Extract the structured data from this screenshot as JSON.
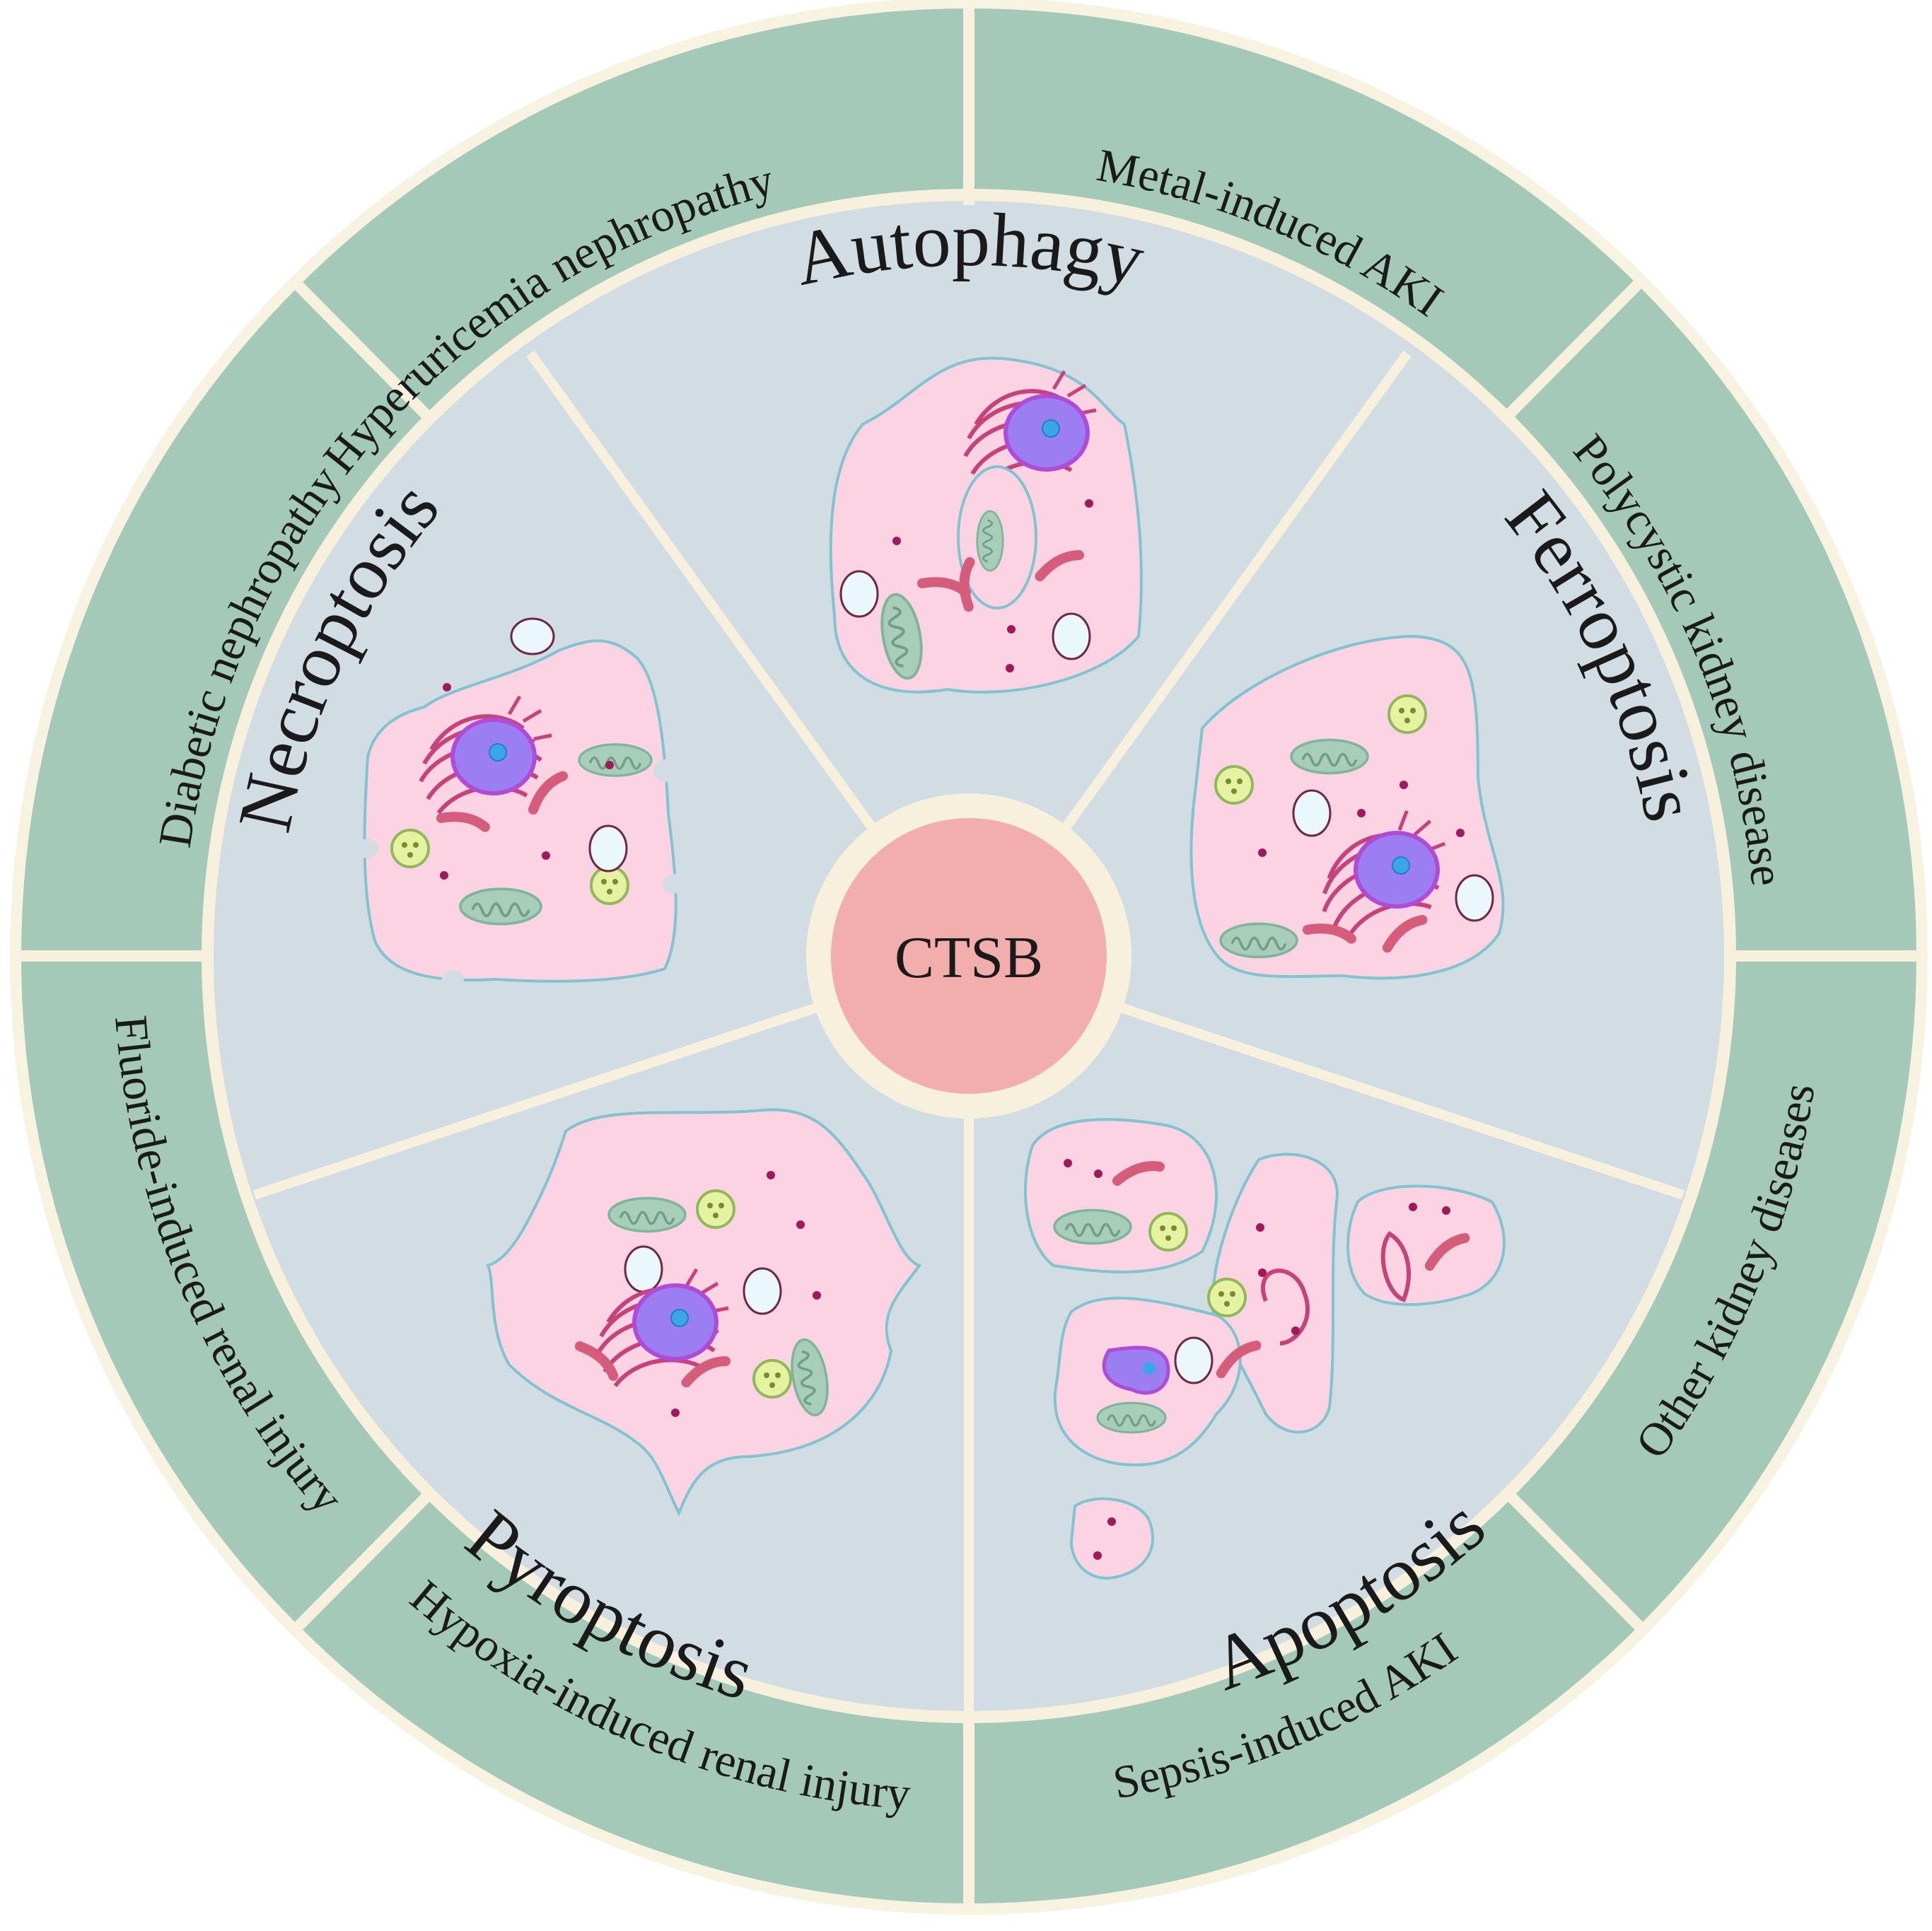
{
  "center": {
    "label": "CTSB"
  },
  "pathways": [
    {
      "id": "autophagy",
      "label": "Autophagy"
    },
    {
      "id": "ferroptosis",
      "label": "Ferroptosis"
    },
    {
      "id": "apoptosis",
      "label": "Apoptosis"
    },
    {
      "id": "pyroptosis",
      "label": "Pyroptosis"
    },
    {
      "id": "necroptosis",
      "label": "Necroptosis"
    }
  ],
  "diseases": [
    {
      "id": "metal-aki",
      "label": "Metal-induced AKI"
    },
    {
      "id": "polycystic",
      "label": "Polycystic kidney disease"
    },
    {
      "id": "other",
      "label": "Other kidney diseases"
    },
    {
      "id": "sepsis-aki",
      "label": "Sepsis-induced AKI"
    },
    {
      "id": "hypoxia-injury",
      "label": "Hypoxia-induced renal injury"
    },
    {
      "id": "fluoride-injury",
      "label": "Fluoride-induced renal injury"
    },
    {
      "id": "diabetic",
      "label": "Diabetic nephropathy"
    },
    {
      "id": "hyperuricemia",
      "label": "Hyperuricemia nephropathy"
    }
  ],
  "colors": {
    "ring_background": "#f8f2e1",
    "outer_ring": "#a4c9b8",
    "inner_disc": "#d2dce3",
    "separator": "#f6f0dc",
    "center_fill": "#f2adad",
    "cell_fill": "#fcd3e3",
    "cell_outline": "#7fc4cf",
    "nucleus": "#9b7ef2",
    "nucleus_edge": "#b04bd6",
    "nucleolus": "#3aa6e8",
    "organelle_red": "#d65c7c",
    "granule": "#a2185a",
    "mito_fill": "#a8cdb9",
    "vesicle": "#eaf7fb",
    "lysosome": "#e5f2a2"
  },
  "icons": [
    "autophagy-cell-icon",
    "ferroptosis-cell-icon",
    "apoptosis-bodies-icon",
    "pyroptosis-cell-icon",
    "necroptosis-cell-icon"
  ]
}
